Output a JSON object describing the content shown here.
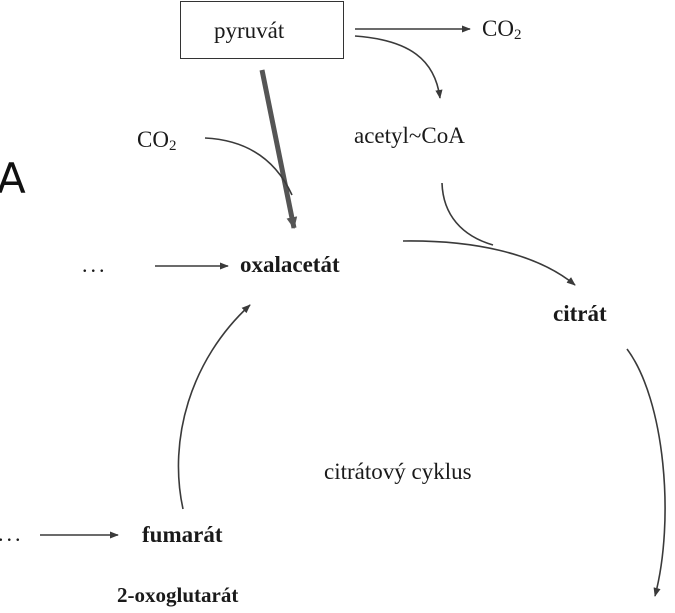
{
  "nodes": {
    "pyruvate": "pyruvát",
    "co2_right_text": "CO",
    "co2_right_sub": "2",
    "acetyl_coa": "acetyl~CoA",
    "co2_left_text": "CO",
    "co2_left_sub": "2",
    "oxaloacetate": "oxalacetát",
    "citrate": "citrát",
    "fumarate": "fumarát",
    "oxoglutarate": "2-oxoglutarát",
    "cycle_label": "citrátový cyklus",
    "dots_upper": "...",
    "dots_lower": "...",
    "side_letter": "A"
  },
  "colors": {
    "stroke": "#3a3a3a",
    "thick_stroke": "#555555"
  }
}
